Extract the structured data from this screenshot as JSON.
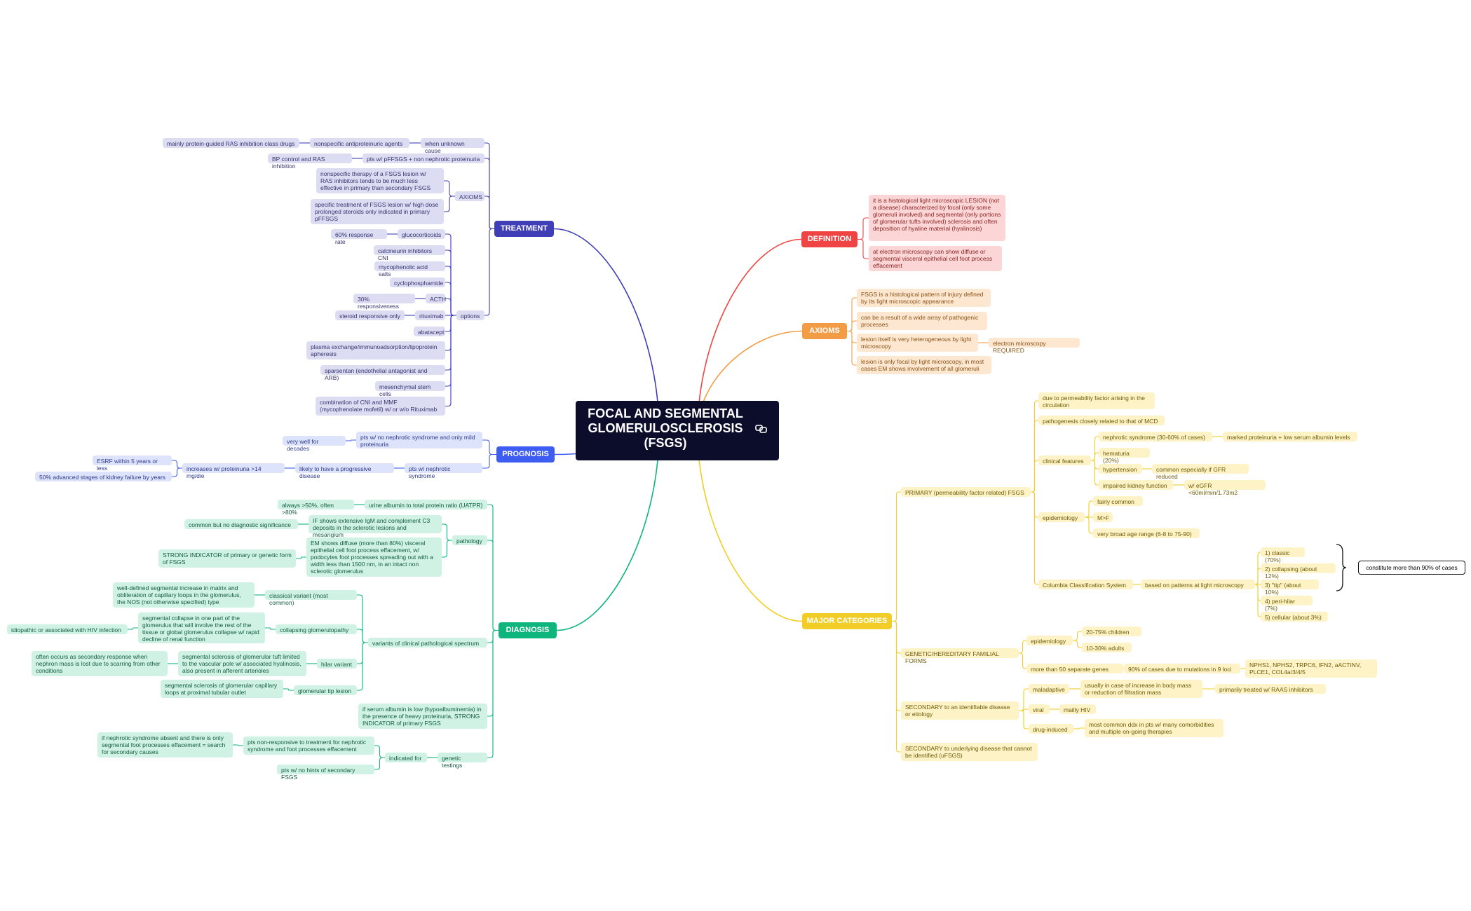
{
  "root": "FOCAL AND SEGMENTAL GLOMERULOSCLEROSIS (FSGS)",
  "root_icon": "link-icon",
  "main": {
    "treatment": "TREATMENT",
    "prognosis": "PROGNOSIS",
    "diagnosis": "DIAGNOSIS",
    "definition": "DEFINITION",
    "axioms": "AXIOMS",
    "categories": "MAJOR CATEGORIES"
  },
  "colors": {
    "treatment": "#3f3eb6",
    "prognosis": "#3d5cf2",
    "diagnosis": "#0eb57d",
    "definition": "#f04444",
    "axioms": "#f29c45",
    "categories": "#f2cd27"
  },
  "treatment": {
    "unknown": "when unknown cause",
    "nonspecific": "nonspecific antiproteinuric agents",
    "mainly": "mainly protein-guided RAS inhibition class drugs",
    "ptsfsgs": "pts w/ pFFSGS + non nephrotic proteinuria",
    "bp": "BP control and RAS inhibition",
    "axioms": "AXIOMS",
    "ax1": "nonspecific therapy of a FSGS lesion w/ RAS inhibitors tends to be much less effective in primary than secondary FSGS",
    "ax2": "specific treatment of FSGS lesion w/ high dose prolonged steroids only indicated in primary pFFSGS",
    "options": "options",
    "gluco": "glucocorticoids",
    "resp60": "60% response rate",
    "cni": "calcineurin inhibitors CNI",
    "myco": "mycophenolic acid salts",
    "cyclo": "cyclophosphamide",
    "acth": "ACTH",
    "resp30": "30% responsiveness",
    "ritux": "rituximab",
    "steroid": "steroid responsive only",
    "abata": "abatacept",
    "plasma": "plasma exchange/immunoadsorption/lipoprotein apheresis",
    "sparsentan": "sparsentan (endothelial antagonist and ARB)",
    "mesench": "mesenchymal stem cells",
    "combo": "combination of CNI and MMF (mycophenolate mofetil) w/ or w/o Rituximab"
  },
  "prognosis": {
    "nonneph": "pts w/ no nephrotic syndrome and only mild proteinuria",
    "decades": "very well for decades",
    "neph": "pts w/ nephrotic syndrome",
    "likely": "likely to have a progressive disease",
    "increases": "increases w/ proteinuria >14 mg/die",
    "esrf": "ESRF within 5 years or less",
    "fifty": "50% advanced stages of kidney failure by years"
  },
  "diagnosis": {
    "uatpr": "urine albumin to total protein ratio (UATPR)",
    "always": "always >50%, often >80%",
    "pathology": "pathology",
    "iigm": "IF shows extensive IgM and complement C3 deposits in the sclerotic lesions and mesangium",
    "common": "common but no diagnostic significance",
    "em": "EM shows diffuse (more than 80%) visceral epithelial cell foot process effacement, w/ podocytes foot processes spreading out with a width less than 1500 nm, in an intact non sclerotic glomerulus",
    "strong": "STRONG INDICATOR of primary or genetic form of FSGS",
    "variants": "variants of clinical pathological spectrum",
    "classical": "classical variant (most common)",
    "welldef": "well-defined segmental increase in matrix and obliteration of capillary loops in the glomerulus, the NOS (not otherwise specified) type",
    "collapsing": "collapsing glomerulopathy",
    "segcollapse": "segmental collapse in one part of the glomerulus that will involve the rest of the tissue or global glomerulus collapse w/ rapid decline of renal function",
    "idiopathic": "idiopathic or associated with HIV infection",
    "hilar": "hilar variant",
    "segscler": "segmental sclerosis of glomerular tuft limited to the vascular pole w/ associated hyalinosis, also present in afferent arterioles",
    "often": "often occurs as secondary response when nephron mass is lost due to scarring from other conditions",
    "tip": "glomerular tip lesion",
    "segcap": "segmental sclerosis of glomerular capillary loops at proximal tubular outlet",
    "serum": "if serum albumin is low (hypoalbuminemia) in the presence of heavy proteinuria, STRONG INDICATOR of primary FSGS",
    "genetic": "genetic testings",
    "indicated": "indicated for",
    "nonresp": "pts non-responsive to treatment for nephrotic syndrome and foot processes effacement",
    "ifneph": "if nephrotic syndrome absent and there is only segmental foot processes effacement = search for secondary causes",
    "nohints": "pts w/ no hints of secondary FSGS"
  },
  "definition": {
    "d1": "it is a histological light microscopic LESION (not a disease) characterized by focal (only some glomeruli involved) and segmental (only portions of glomerular tufts involved) sclerosis and often deposition of hyaline material (hyalinosis)",
    "d2": "at electron microscopy can show diffuse or segmental visceral epithelial cell foot process effacement"
  },
  "axioms": {
    "a1": "FSGS is a histological pattern of injury defined by its light microscopic appearance",
    "a2": "can be a result of a wide array of pathogenic processes",
    "a3": "lesion itself is very heterogeneous by light microscopy",
    "em": "electron microscopy REQUIRED",
    "a4": "lesion is only focal by light microscopy, in most cases EM shows involvement of all glomeruli"
  },
  "categories": {
    "primary": "PRIMARY (permeability factor related) FSGS",
    "p1": "due to permeability factor arising in the circulation",
    "p2": "pathogenesis closely related to that of MCD",
    "clinical": "clinical features",
    "nephrotic": "nephrotic syndrome (30-60% of cases)",
    "marked": "marked proteinuria + low serum albumin levels",
    "hematuria": "hematuria (20%)",
    "hypertension": "hypertension",
    "hypercommon": "common especially if GFR reduced",
    "impaired": "impaired kidney function",
    "egfr": "w/ eGFR <60ml/min/1.73m2",
    "epi": "epidemiology",
    "fairly": "fairly common",
    "mf": "M>F",
    "broad": "very broad age range (6-8 to 75-90)",
    "columbia": "Columbia Classification System",
    "based": "based on patterns at light microscopy",
    "c1": "1) classic (70%)",
    "c2": "2) collapsing (about 12%)",
    "c3": "3) \"tip\" (about 10%)",
    "c4": "4) peri-hilar (7%)",
    "c5": "5) cellular (about 3%)",
    "constitute": "constitute more than 90% of cases",
    "genetic": "GENETIC/HEREDITARY FAMILIAL FORMS",
    "gepi": "epidemiology",
    "children": "20-75% children",
    "adults": "10-30% adults",
    "genes": "more than 50 separate genes",
    "ninety": "90% of cases due to mutations in 9 loci",
    "loci": "NPHS1, NPHS2, TRPC6, IFN2, aACTINV, PLCE1, COL4a/3/4/5",
    "secondary": "SECONDARY to an identifiable disease or etiology",
    "maladaptive": "maladaptive",
    "usually": "usually in case of increase in body mass or reduction of filtration mass",
    "primarily": "primarily treated w/ RAAS inhibitors",
    "viral": "viral",
    "hiv": "mailly HIV",
    "drug": "drug-induced",
    "mostcommon": "most common ddx in pts w/ many comorbidities and multiple on-going therapies",
    "undet": "SECONDARY to underlying disease that cannot be identified (uFSGS)"
  }
}
